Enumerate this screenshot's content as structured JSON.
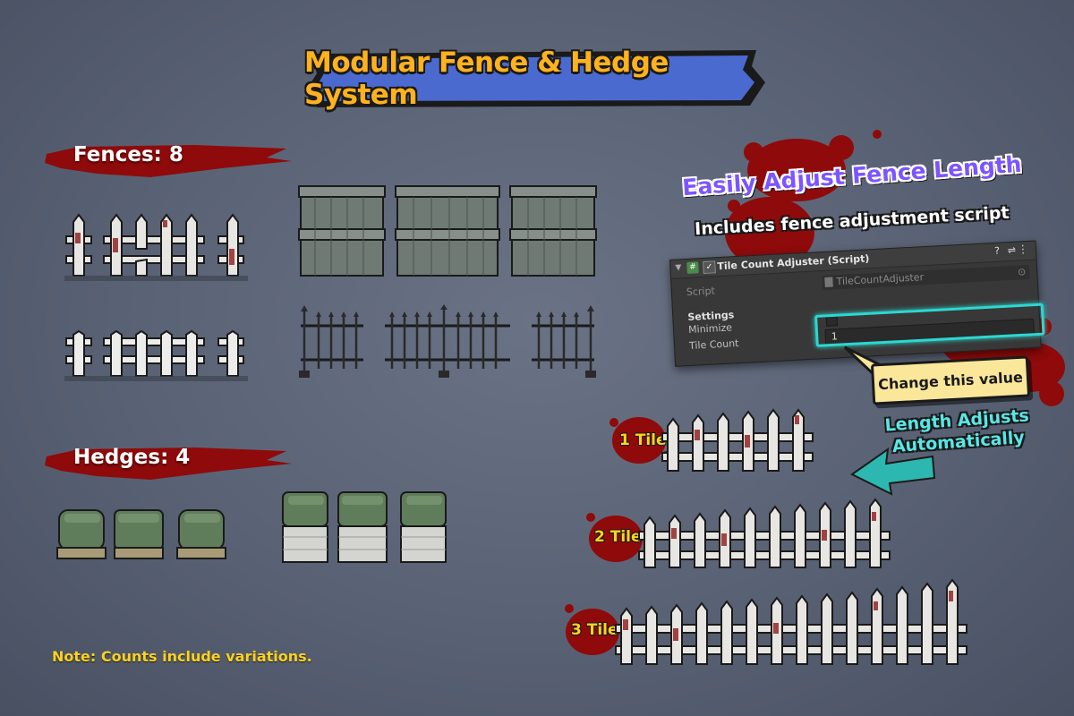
{
  "title": "Modular Fence & Hedge System",
  "sections": {
    "fences": {
      "label": "Fences: 8"
    },
    "hedges": {
      "label": "Hedges: 4"
    }
  },
  "note": "Note: Counts include variations.",
  "feature": {
    "heading": "Easily Adjust Fence Length",
    "subheading": "Includes fence adjustment script"
  },
  "inspector": {
    "component_title": "Tile Count Adjuster (Script)",
    "script_label": "Script",
    "script_value": "TileCountAdjuster",
    "settings_header": "Settings",
    "minimize_label": "Minimize",
    "minimize_checked": false,
    "tile_count_label": "Tile Count",
    "tile_count_value": "1"
  },
  "callout": "Change this value",
  "length_adjusts": {
    "line1": "Length Adjusts",
    "line2": "Automatically"
  },
  "tile_examples": [
    {
      "label": "1 Tile",
      "tiles": 1
    },
    {
      "label": "2 Tile",
      "tiles": 2
    },
    {
      "label": "3 Tile",
      "tiles": 3
    }
  ],
  "colors": {
    "title_text": "#ffb21e",
    "title_banner": "#4b6ad0",
    "blood": "#8f0a0a",
    "accent_cyan": "#2cd8d0",
    "heading_purple": "#7c55ff",
    "label_yellow": "#ffd21c"
  }
}
